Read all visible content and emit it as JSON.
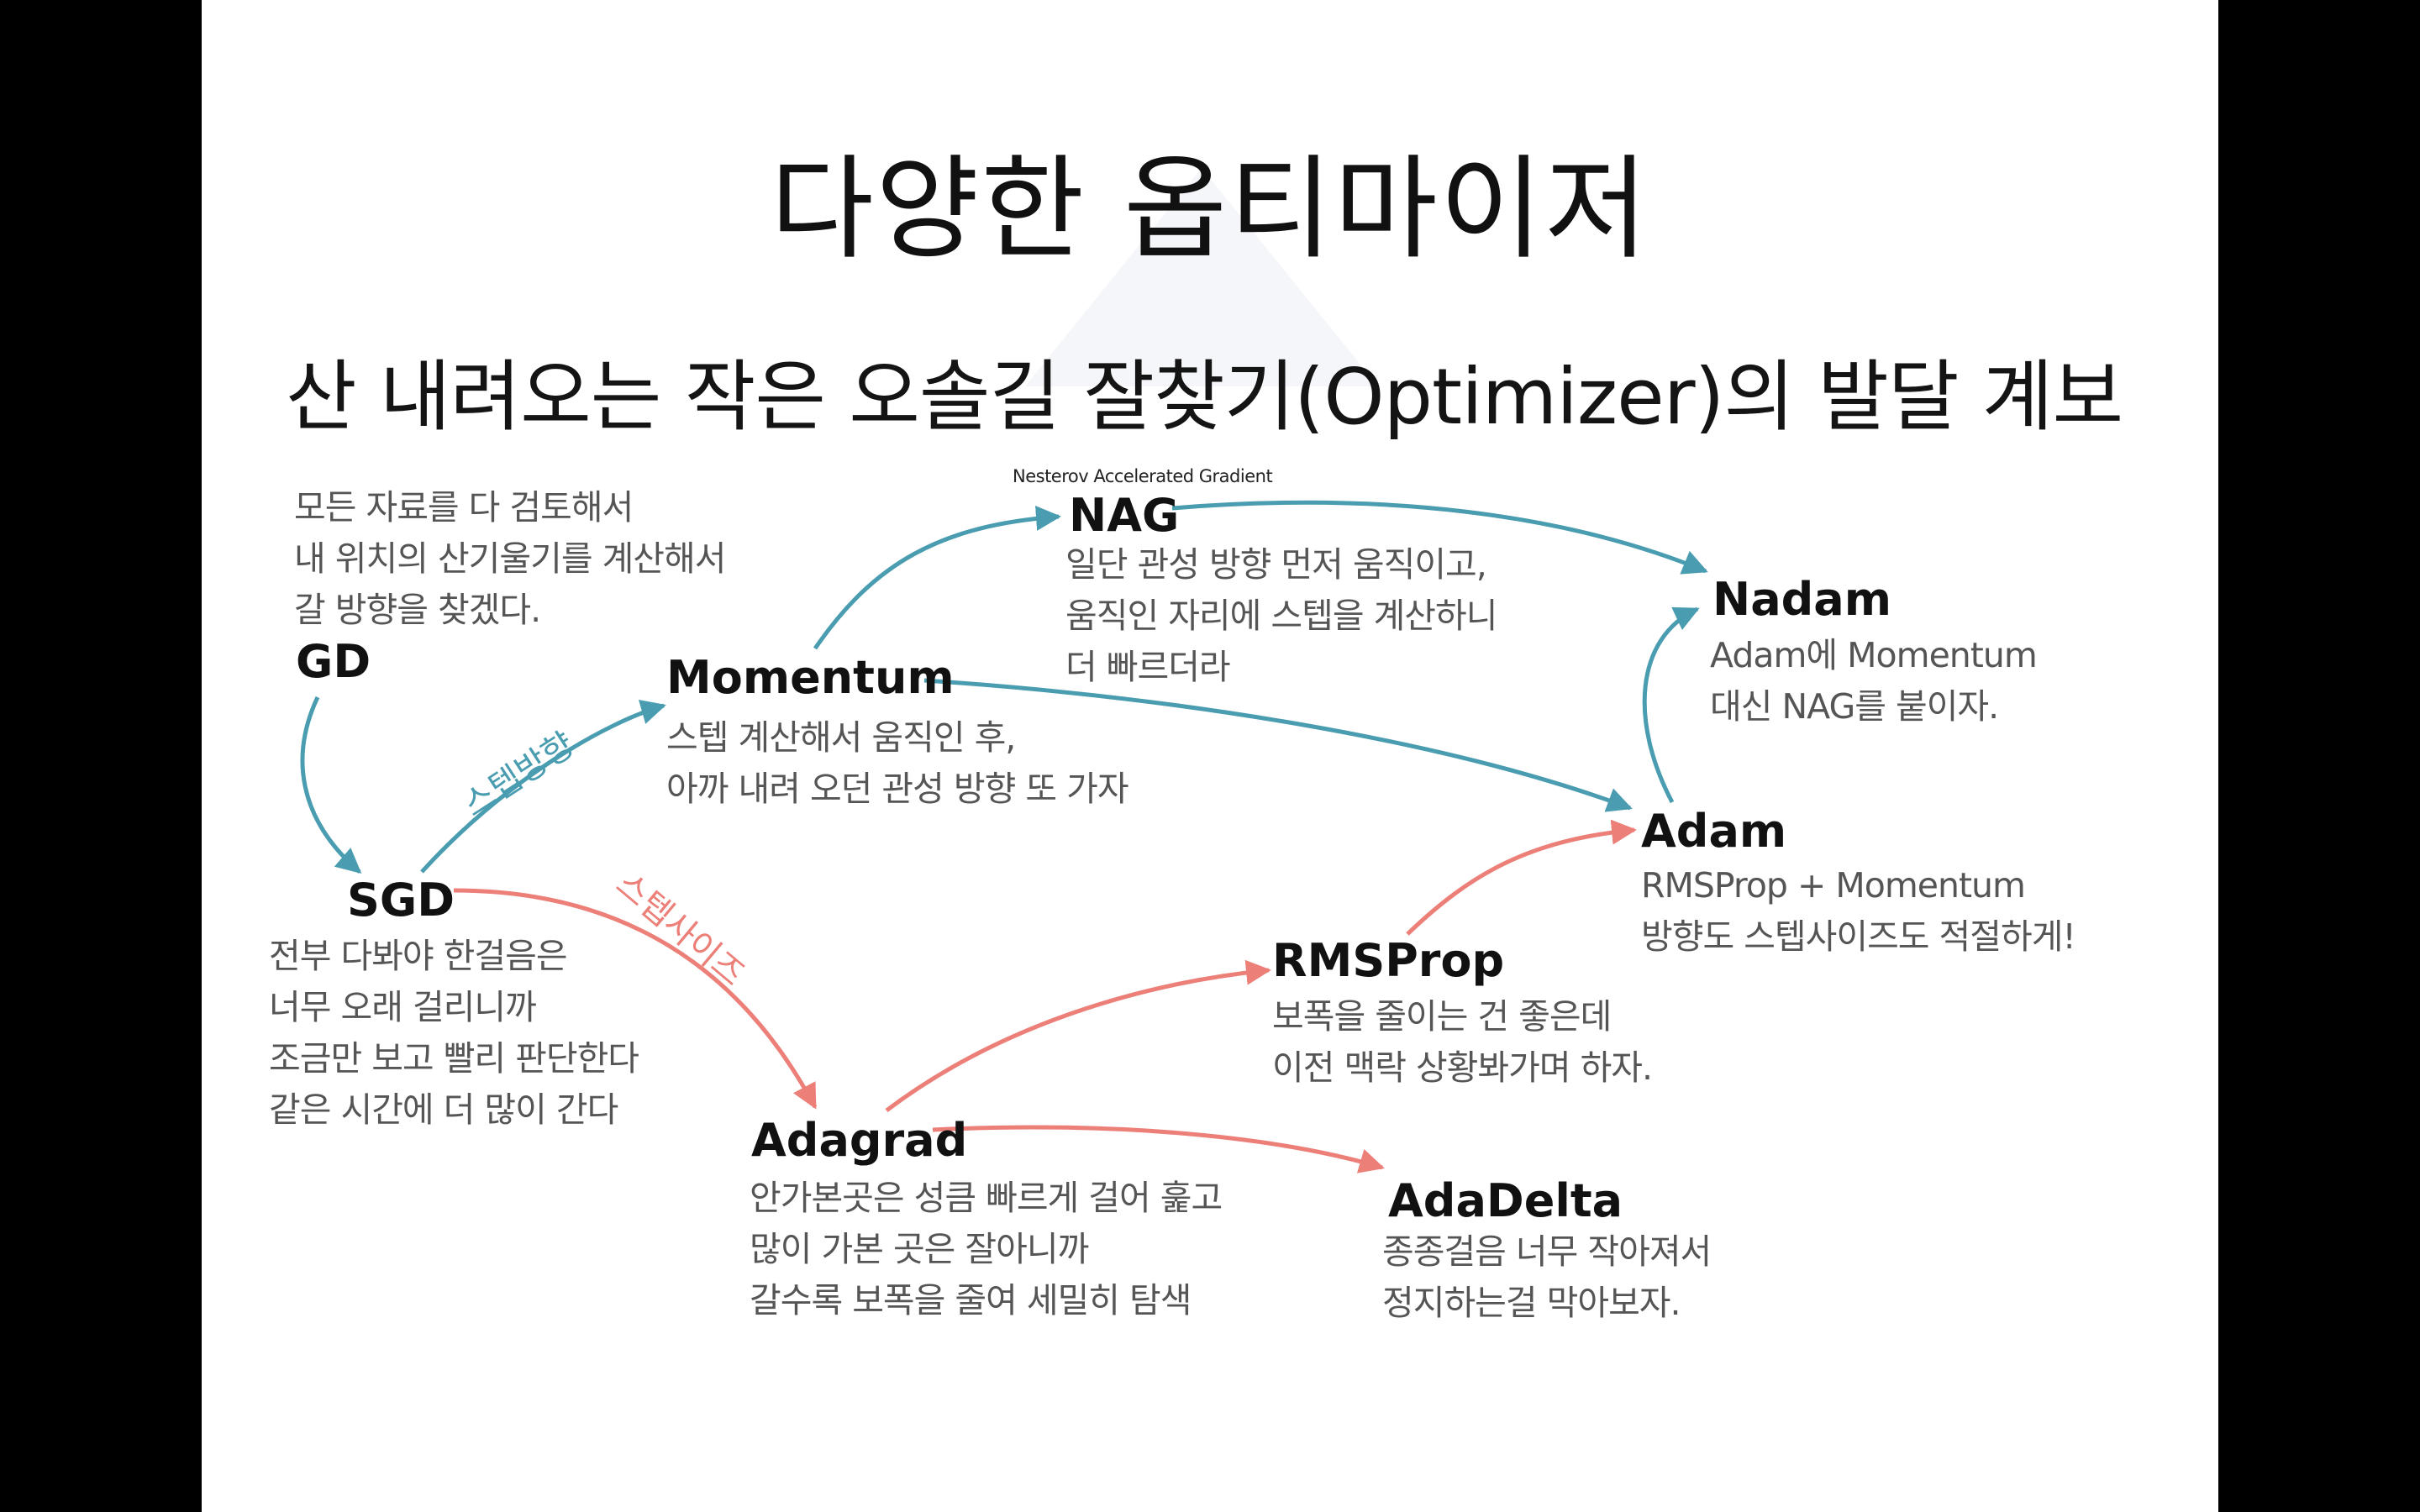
{
  "slide": {
    "title": "다양한 옵티마이저",
    "subtitle": "산 내려오는 작은 오솔길 잘찾기(Optimizer)의 발달 계보"
  },
  "colors": {
    "blue_arrow": "#4a9db0",
    "red_arrow": "#ec7f78",
    "node_text": "#111111",
    "desc_text": "#555555"
  },
  "nodes": {
    "gd": {
      "label": "GD",
      "desc": [
        "모든 자료를 다 검토해서",
        "내 위치의 산기울기를 계산해서",
        "갈 방향을 찾겠다."
      ]
    },
    "sgd": {
      "label": "SGD",
      "desc": [
        "전부 다봐야 한걸음은",
        "너무 오래 걸리니까",
        "조금만 보고 빨리 판단한다",
        "같은 시간에 더 많이 간다"
      ]
    },
    "momentum": {
      "label": "Momentum",
      "desc": [
        "스텝 계산해서 움직인 후,",
        "아까 내려 오던 관성 방향 또 가자"
      ]
    },
    "nag": {
      "label": "NAG",
      "fullname": "Nesterov Accelerated Gradient",
      "desc": [
        "일단 관성 방향 먼저 움직이고,",
        "움직인 자리에 스텝을 계산하니",
        "더 빠르더라"
      ]
    },
    "nadam": {
      "label": "Nadam",
      "desc": [
        "Adam에 Momentum",
        "대신 NAG를 붙이자."
      ]
    },
    "adam": {
      "label": "Adam",
      "desc": [
        "RMSProp + Momentum",
        "방향도 스텝사이즈도 적절하게!"
      ]
    },
    "rmsprop": {
      "label": "RMSProp",
      "desc": [
        "보폭을 줄이는 건 좋은데",
        "이전 맥락 상황봐가며 하자."
      ]
    },
    "adagrad": {
      "label": "Adagrad",
      "desc": [
        "안가본곳은 성큼 빠르게 걸어 훑고",
        "많이 가본 곳은 잘아니까",
        "갈수록 보폭을 줄여 세밀히 탐색"
      ]
    },
    "adadelta": {
      "label": "AdaDelta",
      "desc": [
        "종종걸음 너무 작아져서",
        "정지하는걸 막아보자."
      ]
    }
  },
  "edge_labels": {
    "direction": "스텝방향",
    "stepsize": "스텝사이즈"
  },
  "edges": [
    {
      "from": "GD",
      "to": "SGD",
      "type": "direction"
    },
    {
      "from": "SGD",
      "to": "Momentum",
      "type": "direction"
    },
    {
      "from": "Momentum",
      "to": "NAG",
      "type": "direction"
    },
    {
      "from": "NAG",
      "to": "Nadam",
      "type": "direction"
    },
    {
      "from": "Momentum",
      "to": "Adam",
      "type": "direction"
    },
    {
      "from": "Adam",
      "to": "Nadam",
      "type": "direction"
    },
    {
      "from": "SGD",
      "to": "Adagrad",
      "type": "stepsize"
    },
    {
      "from": "Adagrad",
      "to": "RMSProp",
      "type": "stepsize"
    },
    {
      "from": "Adagrad",
      "to": "AdaDelta",
      "type": "stepsize"
    },
    {
      "from": "RMSProp",
      "to": "Adam",
      "type": "stepsize"
    }
  ]
}
